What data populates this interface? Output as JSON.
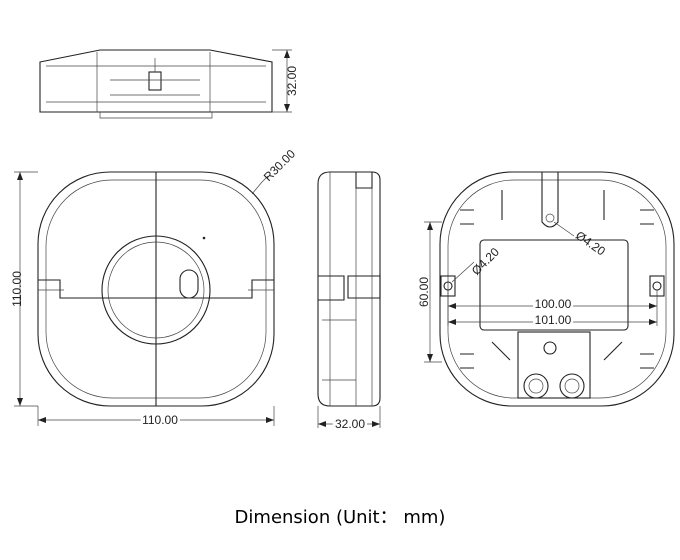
{
  "caption": "Dimension (Unit： mm)",
  "dimensions": {
    "top_height": "32.00",
    "corner_radius": "R30.00",
    "front_height": "110.00",
    "front_width": "110.00",
    "side_width": "32.00",
    "hole_height": "60.00",
    "hole_diameter_left": "Ø4.20",
    "hole_diameter_right": "Ø4.20",
    "span_inner": "100.00",
    "span_outer": "101.00"
  }
}
